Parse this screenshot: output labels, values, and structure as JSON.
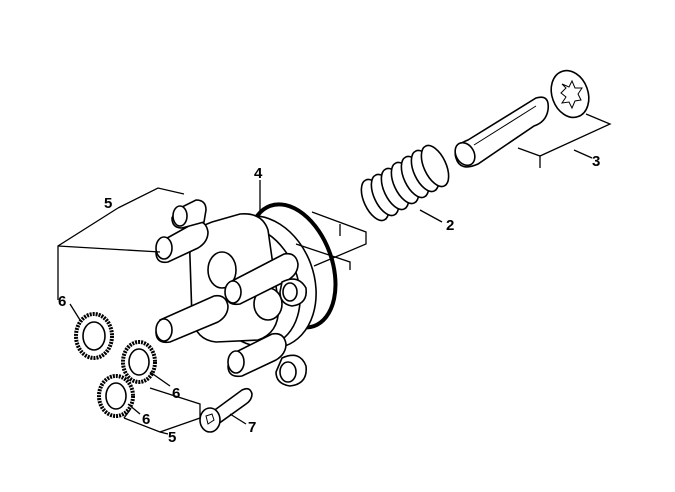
{
  "diagram": {
    "callouts": [
      {
        "id": "c2",
        "text": "2"
      },
      {
        "id": "c3",
        "text": "3"
      },
      {
        "id": "c4",
        "text": "4"
      },
      {
        "id": "c5a",
        "text": "5"
      },
      {
        "id": "c5b",
        "text": "5"
      },
      {
        "id": "c6a",
        "text": "6"
      },
      {
        "id": "c6b",
        "text": "6"
      },
      {
        "id": "c6c",
        "text": "6"
      },
      {
        "id": "c7",
        "text": "7"
      }
    ]
  }
}
